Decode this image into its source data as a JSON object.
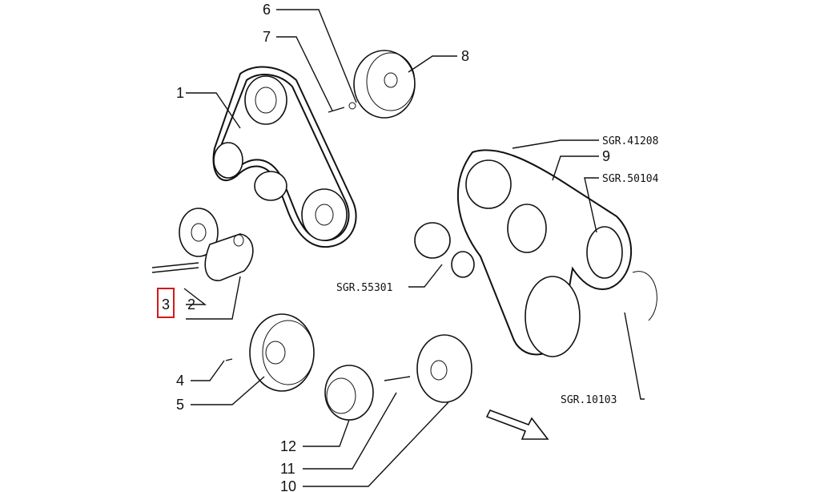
{
  "callouts": {
    "c1": "1",
    "c2": "2",
    "c3": "3",
    "c4": "4",
    "c5": "5",
    "c6": "6",
    "c7": "7",
    "c8": "8",
    "c9": "9",
    "c10": "10",
    "c11": "11",
    "c12": "12"
  },
  "references": {
    "sgr_41208": "SGR.41208",
    "sgr_50104": "SGR.50104",
    "sgr_55301": "SGR.55301",
    "sgr_10103": "SGR.10103"
  },
  "highlight": {
    "callout": "3",
    "color": "#d11a1a"
  }
}
